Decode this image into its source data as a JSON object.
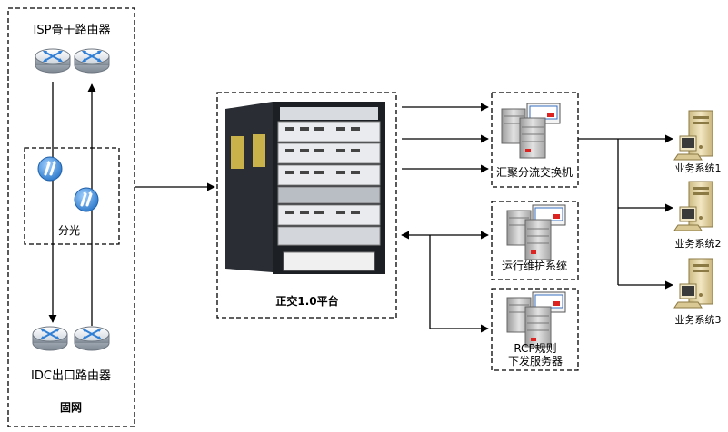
{
  "diagram": {
    "isp_group_label": "ISP骨干路由器",
    "idc_group_label": "IDC出口路由器",
    "splitter_label": "分光",
    "network_label": "固网",
    "platform_label": "正交1.0平台",
    "aggregation_switch_label": "汇聚分流交换机",
    "ops_system_label": "运行维护系统",
    "rcp_server_label_line1": "RCP规则",
    "rcp_server_label_line2": "下发服务器",
    "business_systems": [
      "业务系统1",
      "业务系统2",
      "业务系统3"
    ]
  },
  "colors": {
    "router_blue": "#2f7fd6",
    "splitter_blue": "#3a8ee6",
    "server_gray": "#bdbdbd",
    "client_beige": "#e8d9a8",
    "chassis_dark": "#1c1f24",
    "line": "#000000"
  }
}
